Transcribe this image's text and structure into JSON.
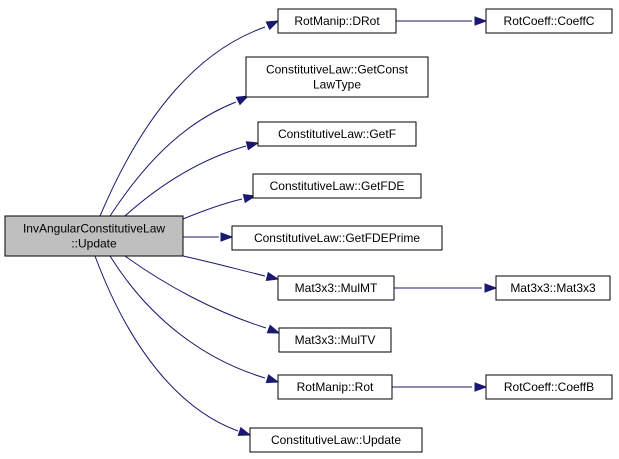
{
  "diagram": {
    "nodes": [
      {
        "id": "root",
        "lines": [
          "InvAngularConstitutiveLaw",
          "::Update"
        ],
        "root": true
      },
      {
        "id": "drot",
        "lines": [
          "RotManip::DRot"
        ]
      },
      {
        "id": "coeffc",
        "lines": [
          "RotCoeff::CoeffC"
        ]
      },
      {
        "id": "getconst",
        "lines": [
          "ConstitutiveLaw::GetConst",
          "LawType"
        ]
      },
      {
        "id": "getf",
        "lines": [
          "ConstitutiveLaw::GetF"
        ]
      },
      {
        "id": "getfde",
        "lines": [
          "ConstitutiveLaw::GetFDE"
        ]
      },
      {
        "id": "getfdeprime",
        "lines": [
          "ConstitutiveLaw::GetFDEPrime"
        ]
      },
      {
        "id": "mulmt",
        "lines": [
          "Mat3x3::MulMT"
        ]
      },
      {
        "id": "mat3x3",
        "lines": [
          "Mat3x3::Mat3x3"
        ]
      },
      {
        "id": "multv",
        "lines": [
          "Mat3x3::MulTV"
        ]
      },
      {
        "id": "rot",
        "lines": [
          "RotManip::Rot"
        ]
      },
      {
        "id": "coeffb",
        "lines": [
          "RotCoeff::CoeffB"
        ]
      },
      {
        "id": "update",
        "lines": [
          "ConstitutiveLaw::Update"
        ]
      }
    ],
    "edges": [
      {
        "from": "root",
        "to": "drot"
      },
      {
        "from": "drot",
        "to": "coeffc"
      },
      {
        "from": "root",
        "to": "getconst"
      },
      {
        "from": "root",
        "to": "getf"
      },
      {
        "from": "root",
        "to": "getfde"
      },
      {
        "from": "root",
        "to": "getfdeprime"
      },
      {
        "from": "root",
        "to": "mulmt"
      },
      {
        "from": "mulmt",
        "to": "mat3x3"
      },
      {
        "from": "root",
        "to": "multv"
      },
      {
        "from": "root",
        "to": "rot"
      },
      {
        "from": "rot",
        "to": "coeffb"
      },
      {
        "from": "root",
        "to": "update"
      }
    ],
    "colors": {
      "edge": "#191970",
      "root_fill": "#bfbfbf",
      "node_fill": "#ffffff",
      "border": "#000000"
    }
  }
}
